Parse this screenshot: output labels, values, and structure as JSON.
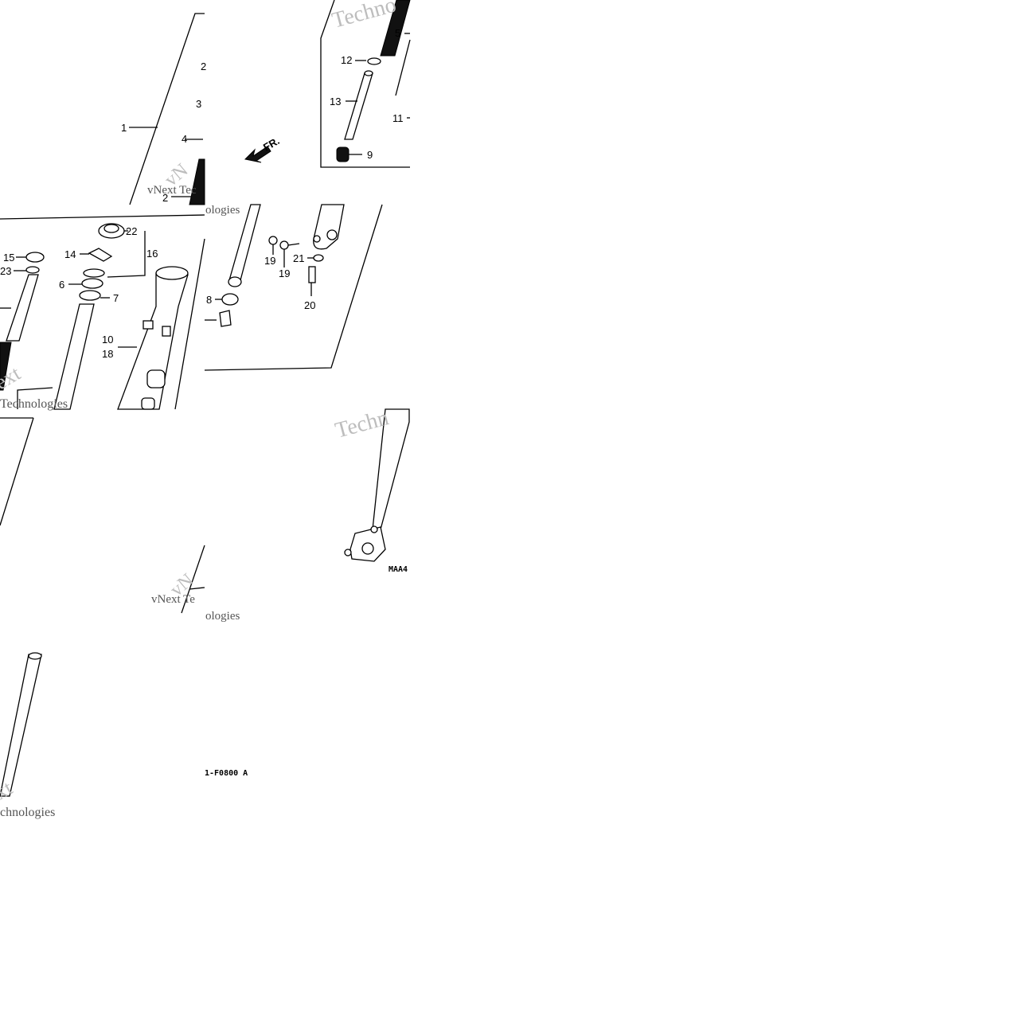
{
  "diagram": {
    "callouts": {
      "c1": "1",
      "c2a": "2",
      "c2b": "2",
      "c3": "3",
      "c4": "4",
      "c5": "5",
      "c6": "6",
      "c7": "7",
      "c8": "8",
      "c9": "9",
      "c10": "10",
      "c11": "11",
      "c12": "12",
      "c13": "13",
      "c14": "14",
      "c15": "15",
      "c16": "16",
      "c18": "18",
      "c19a": "19",
      "c19b": "19",
      "c20": "20",
      "c21": "21",
      "c22": "22",
      "c23": "23"
    },
    "front_arrow": "FR.",
    "codes": {
      "maa": "MAA4",
      "f0800": "1-F0800 A"
    },
    "watermarks": {
      "w1": "Techno",
      "w2": "vNext Tec",
      "w3": "ologies",
      "w4": "vN",
      "w5": "ext",
      "w6": "Technologies",
      "w7": "Techn",
      "w8": "vNext Te",
      "w9": "ologies",
      "w10": "vN",
      "w11": "xt",
      "w12": "chnologies"
    },
    "colors": {
      "line": "#000000",
      "watermark": "#bdbdbd",
      "background": "#ffffff"
    }
  }
}
